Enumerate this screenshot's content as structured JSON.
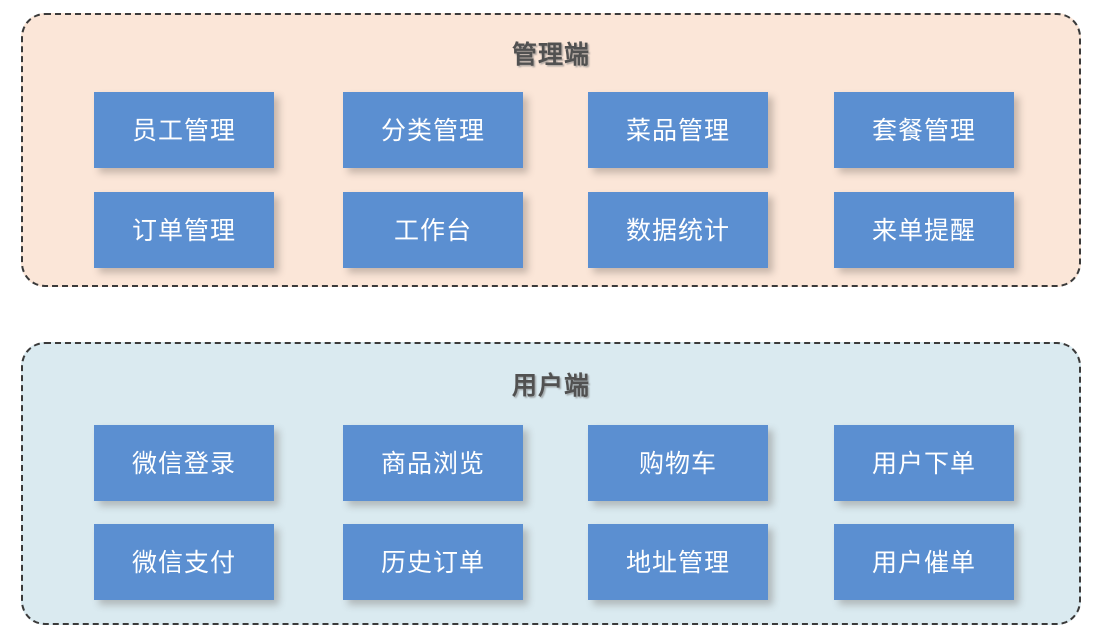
{
  "diagram": {
    "type": "block-architecture",
    "title_present": false,
    "groups": [
      {
        "id": "admin",
        "title": "管理端",
        "background_color": "#FBE6D8",
        "border_color": "#3A3A3A",
        "border_style": "dashed",
        "rows": [
          {
            "id": "admin-row-1",
            "nodes": [
              {
                "id": "employee-management",
                "label": "员工管理"
              },
              {
                "id": "category-management",
                "label": "分类管理"
              },
              {
                "id": "dish-management",
                "label": "菜品管理"
              },
              {
                "id": "combo-management",
                "label": "套餐管理"
              }
            ]
          },
          {
            "id": "admin-row-2",
            "nodes": [
              {
                "id": "order-management",
                "label": "订单管理"
              },
              {
                "id": "workbench",
                "label": "工作台"
              },
              {
                "id": "data-statistics",
                "label": "数据统计"
              },
              {
                "id": "new-order-reminder",
                "label": "来单提醒"
              }
            ]
          }
        ]
      },
      {
        "id": "user",
        "title": "用户端",
        "background_color": "#DAEAF0",
        "border_color": "#3A3A3A",
        "border_style": "dashed",
        "rows": [
          {
            "id": "user-row-1",
            "nodes": [
              {
                "id": "wechat-login",
                "label": "微信登录"
              },
              {
                "id": "product-browse",
                "label": "商品浏览"
              },
              {
                "id": "shopping-cart",
                "label": "购物车"
              },
              {
                "id": "user-place-order",
                "label": "用户下单"
              }
            ]
          },
          {
            "id": "user-row-2",
            "nodes": [
              {
                "id": "wechat-pay",
                "label": "微信支付"
              },
              {
                "id": "order-history",
                "label": "历史订单"
              },
              {
                "id": "address-management",
                "label": "地址管理"
              },
              {
                "id": "user-urge-order",
                "label": "用户催单"
              }
            ]
          }
        ]
      }
    ],
    "colors": {
      "node_fill": "#5B8FD1",
      "node_text": "#FFFFFF",
      "title_text": "#515151",
      "canvas": "#FFFFFF"
    }
  }
}
